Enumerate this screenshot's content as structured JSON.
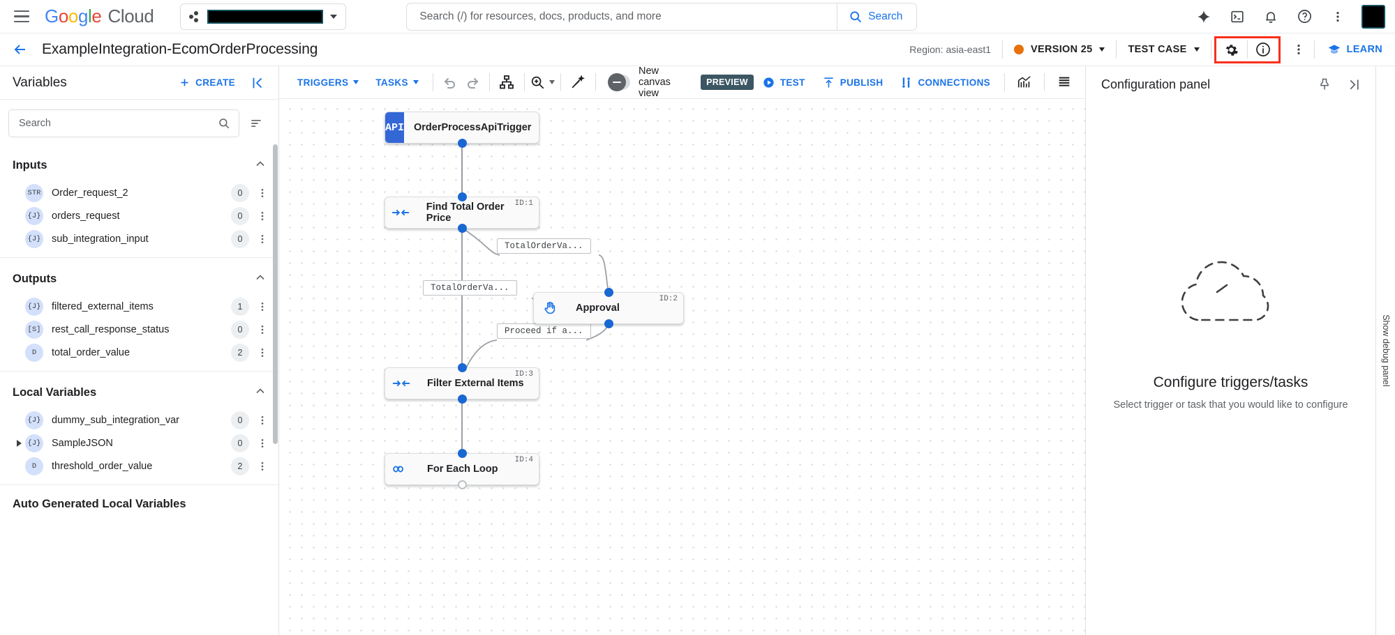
{
  "topbar": {
    "menu_icon": "hamburger-icon",
    "brand": {
      "g": "G",
      "o1": "o",
      "o2": "o",
      "g2": "g",
      "l": "l",
      "e": "e",
      "cloud": "Cloud"
    },
    "project_selector": {
      "icon": "project-dots-icon",
      "value": "",
      "redacted": true
    },
    "search": {
      "placeholder": "Search (/) for resources, docs, products, and more",
      "value": "",
      "button_label": "Search",
      "icon": "search-icon"
    },
    "icons": [
      "gemini-sparkle-icon",
      "cloud-shell-icon",
      "notifications-bell-icon",
      "help-question-icon",
      "more-vert-icon"
    ],
    "avatar": "avatar-redacted"
  },
  "header": {
    "back_icon": "back-arrow-icon",
    "title": "ExampleIntegration-EcomOrderProcessing",
    "region": "Region: asia-east1",
    "version_label": "VERSION 25",
    "version_dot_color": "#e8710a",
    "test_case_label": "TEST CASE",
    "settings_icon": "gear-icon",
    "info_icon": "info-circle-icon",
    "more_icon": "more-vert-icon",
    "learn_label": "LEARN",
    "learn_icon": "graduation-cap-icon",
    "highlight_color": "#f8301b"
  },
  "variables": {
    "panel_title": "Variables",
    "create_label": "CREATE",
    "create_icon": "plus-icon",
    "collapse_icon": "collapse-left-icon",
    "search_placeholder": "Search",
    "search_value": "",
    "search_icon": "search-icon",
    "sort_icon": "sort-icon",
    "sections": [
      {
        "title": "Inputs",
        "items": [
          {
            "type": "STR",
            "name": "Order_request_2",
            "count": "0"
          },
          {
            "type": "{J}",
            "name": "orders_request",
            "count": "0"
          },
          {
            "type": "{J}",
            "name": "sub_integration_input",
            "count": "0"
          }
        ]
      },
      {
        "title": "Outputs",
        "items": [
          {
            "type": "{J}",
            "name": "filtered_external_items",
            "count": "1"
          },
          {
            "type": "[S]",
            "name": "rest_call_response_status",
            "count": "0"
          },
          {
            "type": "D",
            "name": "total_order_value",
            "count": "2"
          }
        ]
      },
      {
        "title": "Local Variables",
        "items": [
          {
            "type": "{J}",
            "name": "dummy_sub_integration_var",
            "count": "0"
          },
          {
            "type": "{J}",
            "name": "SampleJSON",
            "count": "0",
            "expandable": true
          },
          {
            "type": "D",
            "name": "threshold_order_value",
            "count": "2"
          }
        ]
      },
      {
        "title": "Auto Generated Local Variables",
        "items": []
      }
    ]
  },
  "canvas_toolbar": {
    "triggers_label": "TRIGGERS",
    "tasks_label": "TASKS",
    "undo_icon": "undo-icon",
    "redo_icon": "redo-icon",
    "layout_icon": "auto-layout-icon",
    "zoom_icon": "zoom-in-icon",
    "magic_icon": "magic-wand-icon",
    "toggle_label": "New canvas view",
    "toggle_state": "off",
    "preview_badge": "PREVIEW",
    "test_label": "TEST",
    "test_icon": "play-circle-icon",
    "publish_label": "PUBLISH",
    "publish_icon": "publish-up-icon",
    "connections_label": "CONNECTIONS",
    "connections_icon": "connections-icon",
    "analytics_icon": "analytics-chart-icon",
    "logs_icon": "logs-list-icon"
  },
  "flow": {
    "nodes": [
      {
        "id": "trigger",
        "label": "OrderProcessApiTrigger",
        "tag": "API",
        "idlabel": "",
        "icon": "api-trigger-icon"
      },
      {
        "id": "task1",
        "label": "Find Total Order Price",
        "idlabel": "ID:1",
        "icon": "data-mapping-icon"
      },
      {
        "id": "task2",
        "label": "Approval",
        "idlabel": "ID:2",
        "icon": "approval-hand-icon"
      },
      {
        "id": "task3",
        "label": "Filter External Items",
        "idlabel": "ID:3",
        "icon": "data-mapping-icon"
      },
      {
        "id": "task4",
        "label": "For Each Loop",
        "idlabel": "ID:4",
        "icon": "loop-infinity-icon"
      }
    ],
    "edge_labels": [
      "TotalOrderVa...",
      "TotalOrderVa...",
      "Proceed if a..."
    ]
  },
  "config_panel": {
    "title": "Configuration panel",
    "pin_icon": "pin-icon",
    "expand_icon": "expand-right-icon",
    "empty_icon": "dashed-cloud-icon",
    "empty_title": "Configure triggers/tasks",
    "empty_subtitle": "Select trigger or task that you would like to configure"
  },
  "debug_rail": {
    "label": "Show debug panel"
  }
}
